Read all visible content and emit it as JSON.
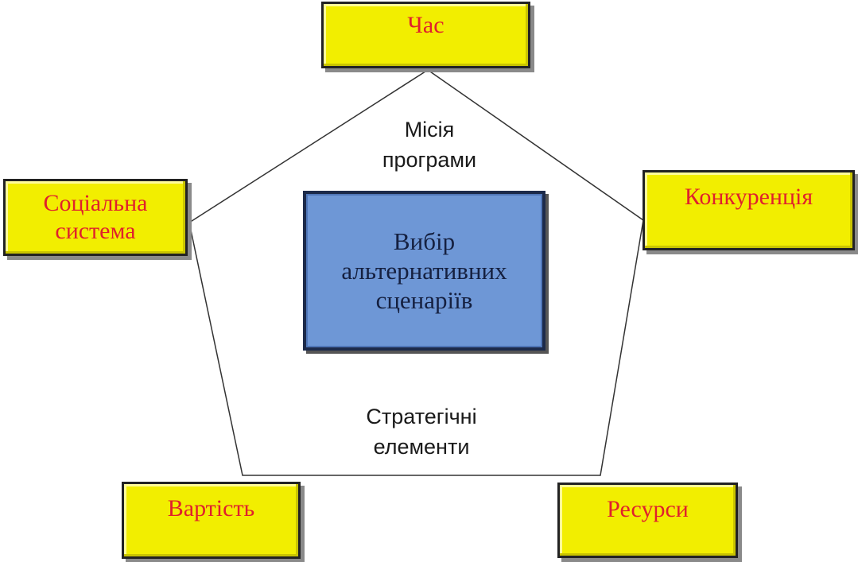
{
  "diagram": {
    "center": {
      "label": "Вибір\nальтернативних\nсценаріїв"
    },
    "captions": {
      "mission": "Місія\nпрограми",
      "strategic": "Стратегічні\nелементи"
    },
    "factors": {
      "time": "Час",
      "social": "Соціальна\nсистема",
      "competition": "Конкуренція",
      "cost": "Вартість",
      "resources": "Ресурси"
    },
    "colors": {
      "factor_fill": "#f2ee00",
      "factor_text": "#e0202c",
      "center_fill": "#6e97d6",
      "center_text": "#152040",
      "outline": "#222222"
    }
  }
}
